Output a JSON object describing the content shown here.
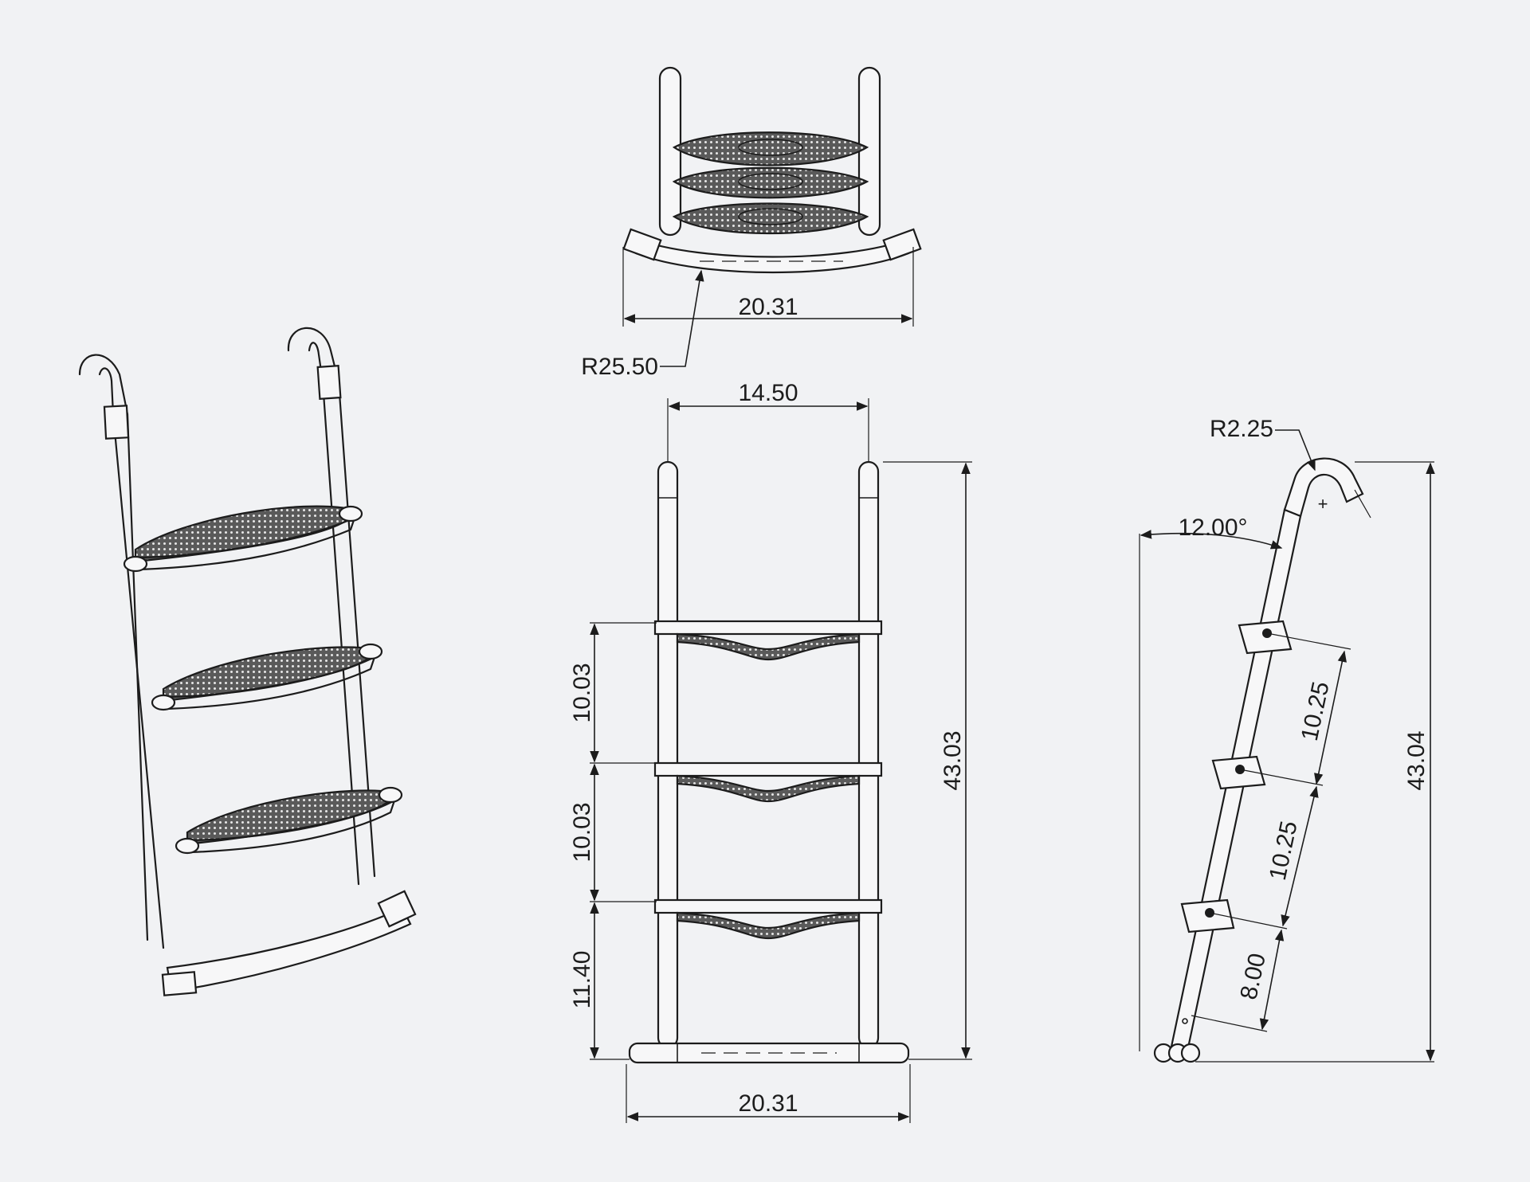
{
  "dimensions": {
    "top_width": "20.31",
    "top_radius": "R25.50",
    "rail_spacing": "14.50",
    "step_gap_1": "10.03",
    "step_gap_2": "10.03",
    "step_gap_3": "11.40",
    "front_height": "43.03",
    "base_width": "20.31",
    "hook_radius": "R2.25",
    "lean_angle": "12.00°",
    "side_gap_1": "10.25",
    "side_gap_2": "10.25",
    "side_gap_3": "8.00",
    "side_height": "43.04"
  }
}
